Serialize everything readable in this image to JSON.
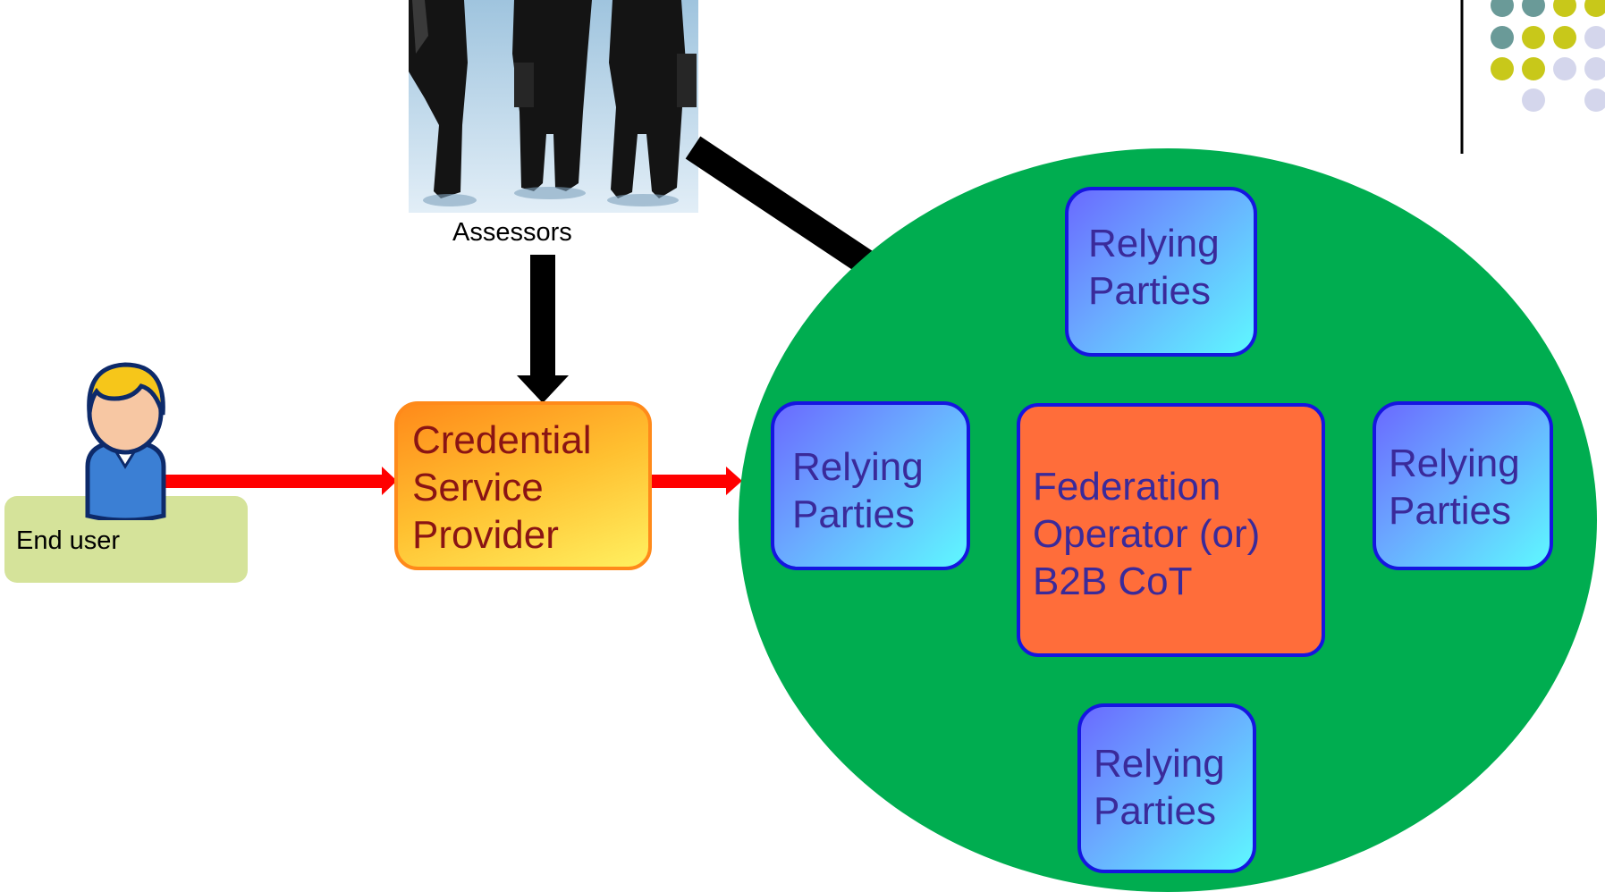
{
  "diagram": {
    "assessors_label": "Assessors",
    "end_user_label": "End user",
    "csp_label": "Credential\nService\nProvider",
    "federation_operator_label": "Federation\nOperator (or)\nB2B CoT",
    "relying_parties": [
      {
        "label": "Relying\nParties"
      },
      {
        "label": "Relying\nParties"
      },
      {
        "label": "Relying\nParties"
      },
      {
        "label": "Relying\nParties"
      }
    ]
  },
  "colors": {
    "federation_circle": "#00ad50",
    "arrow_red": "#ff0000",
    "arrow_black": "#000000",
    "relying_party_border": "#1515e0",
    "federation_operator_fill": "#ff6d3a",
    "end_user_fill": "#d5e39a",
    "decor_teal": "#6a9a98",
    "decor_olive": "#c8c81a",
    "decor_lavender": "#d4d6ec"
  },
  "icons": [
    "assessors-photo",
    "end-user-icon",
    "corner-dots-decoration"
  ]
}
